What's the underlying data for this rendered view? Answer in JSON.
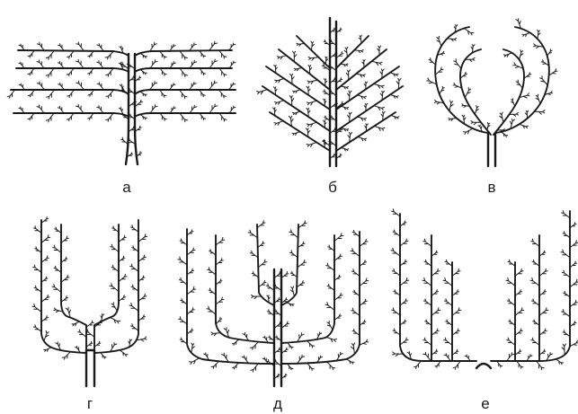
{
  "figures": [
    {
      "label": "а"
    },
    {
      "label": "б"
    },
    {
      "label": "в"
    },
    {
      "label": "г"
    },
    {
      "label": "д"
    },
    {
      "label": "е"
    }
  ]
}
